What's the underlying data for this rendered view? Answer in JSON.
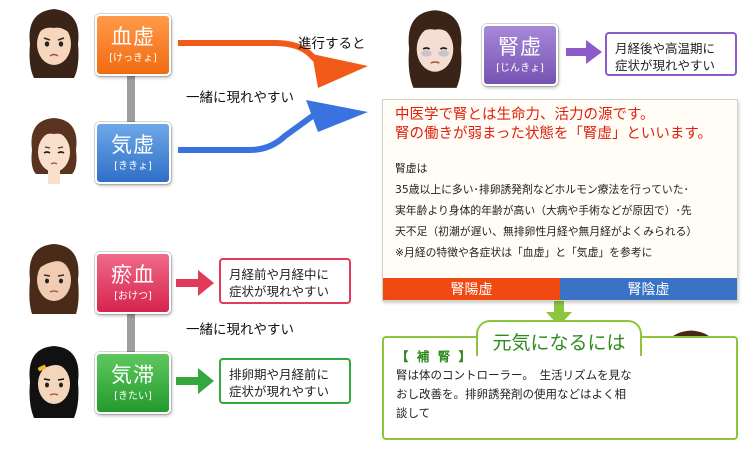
{
  "conditions": {
    "ketsukyo": {
      "name": "血虚",
      "kana": "[けっきょ]"
    },
    "kikyo": {
      "name": "気虚",
      "kana": "[ききょ]"
    },
    "oketsu": {
      "name": "瘀血",
      "kana": "[おけつ]"
    },
    "kitai": {
      "name": "気滞",
      "kana": "[きたい]"
    },
    "jinkyo": {
      "name": "腎虚",
      "kana": "[じんきょ]"
    }
  },
  "labels": {
    "progress": "進行すると",
    "together_top": "一緒に現れやすい",
    "together_bottom": "一緒に現れやすい"
  },
  "notes": {
    "jinkyo": [
      "月経後や高温期に",
      "症状が現れやすい"
    ],
    "oketsu": [
      "月経前や月経中に",
      "症状が現れやすい"
    ],
    "kitai": [
      "排卵期や月経前に",
      "症状が現れやすい"
    ]
  },
  "panel": {
    "headline": [
      "中医学で腎とは生命力、活力の源です。",
      "腎の働きが弱まった状態を「腎虚」といいます。"
    ],
    "body": [
      "腎虚は",
      "35歳以上に多い･排卵誘発剤などホルモン療法を行っていた･",
      "実年齢より身体的年齢が高い（大病や手術などが原因で）･先",
      "天不足（初潮が遅い、無排卵性月経や無月経がよくみられる）",
      "※月経の特徴や各症状は「血虚」と「気虚」を参考に"
    ],
    "tabs": {
      "yang": "腎陽虚",
      "yin": "腎陰虚"
    }
  },
  "remedy": {
    "title": "元気になるには",
    "heading": "【 補 腎 】",
    "body": [
      "腎は体のコントローラー。　生活リズムを見な",
      "おし改善を。排卵誘発剤の使用などはよく相",
      "談して"
    ]
  },
  "colors": {
    "orange": "#f26a10",
    "blue": "#2f6fc7",
    "pink": "#d6244d",
    "green": "#239a2d",
    "purple": "#7653b3",
    "red_text": "#e0200f",
    "remedy_green": "#8cc63f"
  }
}
